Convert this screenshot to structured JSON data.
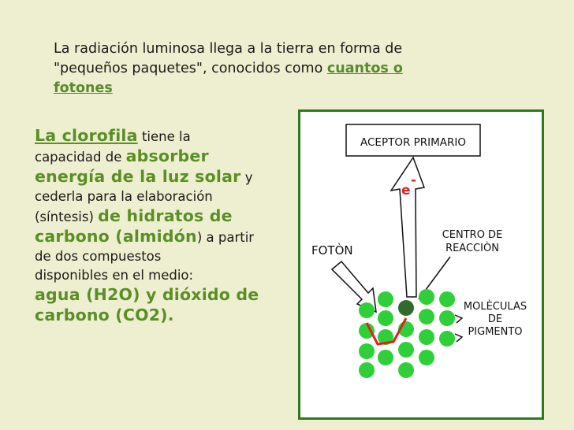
{
  "intro": {
    "line1": "La radiación luminosa llega a la tierra en forma de",
    "line2": "\"pequeños paquetes\", conocidos como",
    "link_part1": "cuantos o",
    "link_part2": "fotones"
  },
  "body": {
    "clorofila": "La clorofila",
    "t1": " tiene la",
    "t2": "capacidad de",
    "absorber": "absorber",
    "energia": "energía de la luz solar",
    "t3": " y",
    "t4": "cederla para la elaboración",
    "t5": "(síntesis)",
    "hidratos": "de hidratos de",
    "carbono_almidon": "carbono (almidón",
    "t6": ") a partir",
    "t7": "de dos compuestos",
    "t8": "disponibles en el medio:",
    "agua": "agua (H2O) y dióxido de",
    "co2": "carbono (CO2).",
    "t9": ""
  },
  "figure": {
    "aceptor": "ACEPTOR PRIMARIO",
    "electron": "e",
    "electron_sup": "-",
    "foton": "FOTÒN",
    "centro1": "CENTRO DE",
    "centro2": "REACCIÒN",
    "mol1": "MOLÈCULAS",
    "mol2": "DE",
    "mol3": "PIGMENTO",
    "colors": {
      "pigment": "#2fcf3a",
      "center": "#2f6b2a",
      "path": "#e02020",
      "frame": "#2d7a1c",
      "electron": "#e02020"
    }
  }
}
